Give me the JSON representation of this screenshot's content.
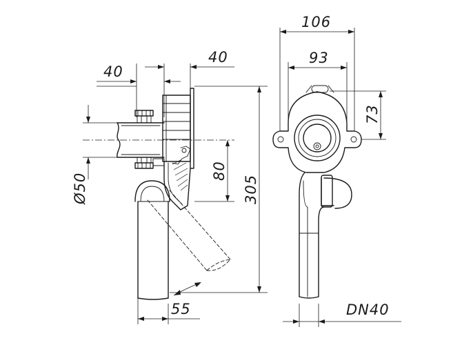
{
  "dimensions": {
    "overall_width": "106",
    "mount_width": "93",
    "mount_height": "73",
    "depth_upper": "40",
    "depth_lower": "40",
    "pipe_diameter": "Ø50",
    "axis_height": "80",
    "total_height": "305",
    "outlet_offset": "55",
    "outlet_nominal": "DN40"
  }
}
